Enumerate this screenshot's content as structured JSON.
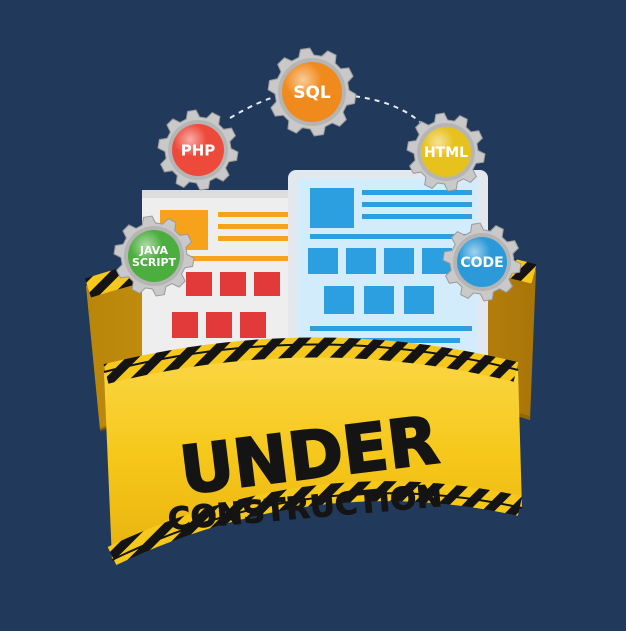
{
  "illustration": {
    "background_color": "#213a5c",
    "tape": {
      "line1": "UNDER",
      "line2": "CONSTRUCTION",
      "tape_color": "#f6c81b",
      "stripe_color": "#141414"
    },
    "gears": [
      {
        "id": "sql",
        "label": "SQL",
        "color": "#f08a1c"
      },
      {
        "id": "php",
        "label": "PHP",
        "color": "#ee4a3b"
      },
      {
        "id": "html",
        "label": "HTML",
        "color": "#e7c11c"
      },
      {
        "id": "javascript",
        "label_lines": [
          "JAVA",
          "SCRIPT"
        ],
        "color": "#4cae3f"
      },
      {
        "id": "code",
        "label": "CODE",
        "color": "#2c9ad8"
      }
    ],
    "gear_color": "#c9c9c9",
    "pages": {
      "left": {
        "accent": "#f7a21b",
        "block_color": "#e2393a"
      },
      "right": {
        "accent": "#2b9fe0",
        "block_color": "#2b9fe0"
      }
    },
    "icons": [
      "gear-icon",
      "web-page-icon",
      "caution-tape-icon"
    ]
  }
}
